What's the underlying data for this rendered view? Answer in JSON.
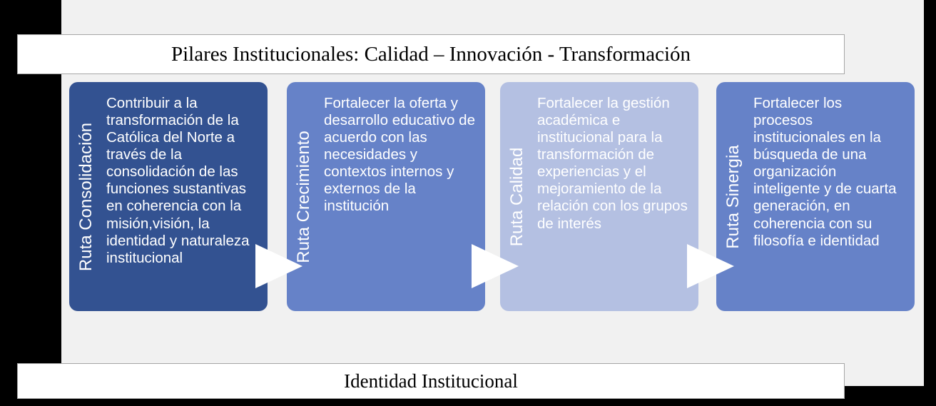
{
  "header": {
    "title": "Pilares Institucionales: Calidad – Innovación - Transformación"
  },
  "footer": {
    "title": "Identidad Institucional"
  },
  "colors": {
    "page_background": "#000000",
    "panel_background": "#f1f1f1",
    "banner_background": "#ffffff",
    "box_1": "#335291",
    "box_2": "#6682c8",
    "box_3": "#b4c0e2",
    "box_4": "#6682c8",
    "text_on_box": "#ffffff",
    "connector_arrow": "#ffffff"
  },
  "routes": [
    {
      "title": "Ruta Consolidación",
      "body": "Contribuir a la transformación de la Católica del Norte a través de la consolidación de las funciones sustantivas en coherencia con la misión,visión, la identidad y naturaleza institucional",
      "color": "#335291"
    },
    {
      "title": "Ruta Crecimiento",
      "body": "Fortalecer la oferta y desarrollo educativo de acuerdo con las necesidades y contextos internos y externos de la institución",
      "color": "#6682c8"
    },
    {
      "title": "Ruta Calidad",
      "body": "Fortalecer la gestión académica e institucional para la transformación de experiencias y el mejoramiento de la relación con los grupos de interés",
      "color": "#b4c0e2"
    },
    {
      "title": "Ruta Sinergia",
      "body": "Fortalecer los procesos institucionales en la búsqueda de una organización inteligente y de cuarta generación, en coherencia con su filosofía e identidad",
      "color": "#6682c8"
    }
  ],
  "connectors": [
    {
      "name": "arrow-1-to-2"
    },
    {
      "name": "arrow-2-to-3"
    },
    {
      "name": "arrow-3-to-4"
    }
  ]
}
